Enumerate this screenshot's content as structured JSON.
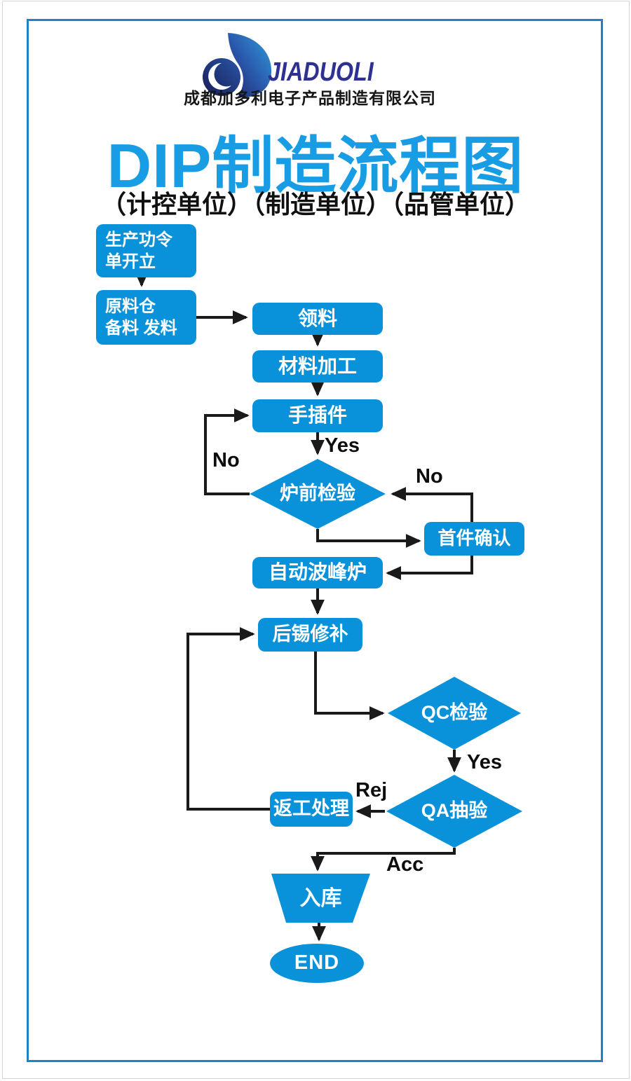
{
  "header": {
    "brand": "JIADUOLI",
    "company": "成都加多利电子产品制造有限公司",
    "title": "DIP制造流程图",
    "subtitle": "（计控单位）（制造单位）（品管单位）"
  },
  "colors": {
    "node_blue": "#0992da",
    "title_blue": "#189de4",
    "frame_blue": "#1a84c6",
    "brand_navy": "#2e3192",
    "line_black": "#1a1a1a",
    "node_text": "#ffffff"
  },
  "nodes": {
    "start": {
      "line1": "生产功令",
      "line2": "单开立"
    },
    "prepare": {
      "line1": "原料仓",
      "line2": "备料 发料"
    },
    "pick": {
      "label": "领料"
    },
    "process": {
      "label": "材料加工"
    },
    "insert": {
      "label": "手插件"
    },
    "preoven_check": {
      "label": "炉前检验"
    },
    "first_confirm": {
      "label": "首件确认"
    },
    "wave_solder": {
      "label": "自动波峰炉"
    },
    "touchup": {
      "label": "后锡修补"
    },
    "qc_check": {
      "label": "QC检验"
    },
    "qa_sample": {
      "label": "QA抽验"
    },
    "rework": {
      "label": "返工处理"
    },
    "warehouse": {
      "label": "入库"
    },
    "end": {
      "label": "END"
    }
  },
  "edge_labels": {
    "yes_insert": "Yes",
    "no_insert": "No",
    "no_first": "No",
    "yes_qc": "Yes",
    "rej": "Rej",
    "acc": "Acc"
  },
  "edges": [
    {
      "from": "start",
      "to": "prepare",
      "label": ""
    },
    {
      "from": "prepare",
      "to": "pick",
      "label": ""
    },
    {
      "from": "pick",
      "to": "process",
      "label": ""
    },
    {
      "from": "process",
      "to": "insert",
      "label": ""
    },
    {
      "from": "insert",
      "to": "preoven_check",
      "label": "Yes"
    },
    {
      "from": "preoven_check",
      "to": "insert",
      "label": "No"
    },
    {
      "from": "preoven_check",
      "to": "first_confirm",
      "label": ""
    },
    {
      "from": "first_confirm",
      "to": "preoven_check",
      "label": "No"
    },
    {
      "from": "first_confirm",
      "to": "wave_solder",
      "label": ""
    },
    {
      "from": "wave_solder",
      "to": "touchup",
      "label": ""
    },
    {
      "from": "touchup",
      "to": "qc_check",
      "label": ""
    },
    {
      "from": "qc_check",
      "to": "qa_sample",
      "label": "Yes"
    },
    {
      "from": "qa_sample",
      "to": "rework",
      "label": "Rej"
    },
    {
      "from": "rework",
      "to": "touchup",
      "label": ""
    },
    {
      "from": "qa_sample",
      "to": "warehouse",
      "label": "Acc"
    },
    {
      "from": "warehouse",
      "to": "end",
      "label": ""
    }
  ]
}
